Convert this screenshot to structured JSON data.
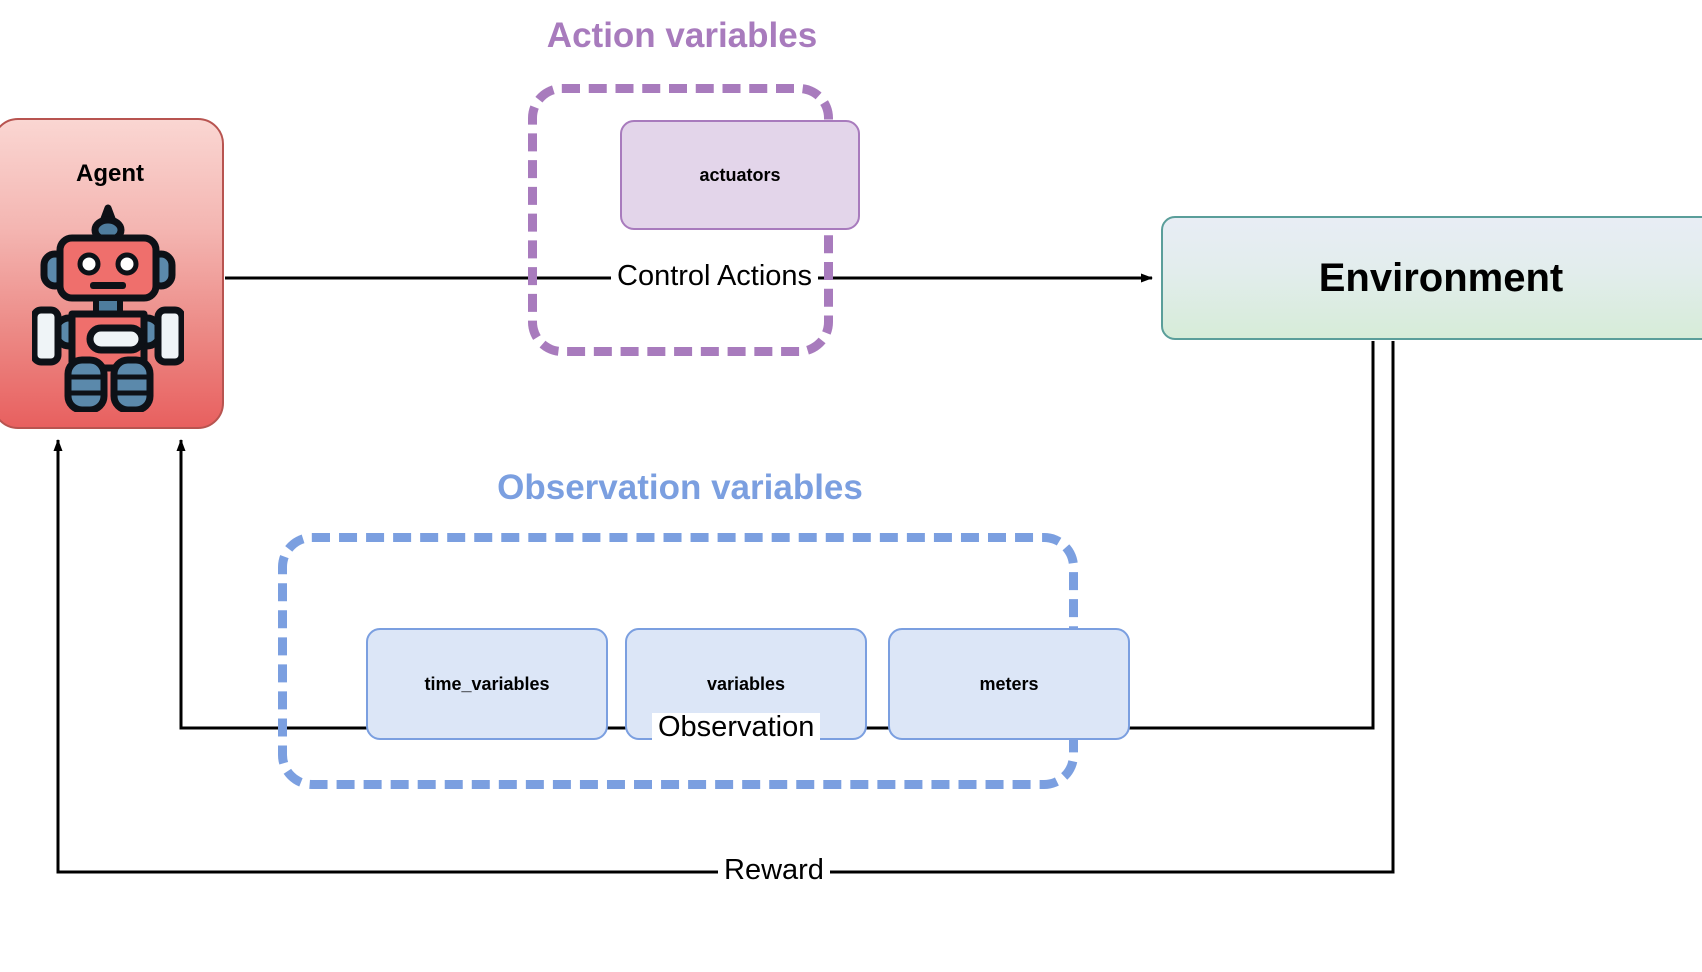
{
  "diagram": {
    "title_action": "Action variables",
    "title_observation": "Observation variables",
    "colors": {
      "action_accent": "#a87bbd",
      "observation_accent": "#7b9fe0",
      "agent_border": "#b85450",
      "environment_border": "#5a9e9a",
      "edge": "#000000",
      "background": "#ffffff"
    }
  },
  "nodes": {
    "agent": {
      "label": "Agent",
      "icon": "robot-icon"
    },
    "environment": {
      "label": "Environment"
    },
    "action_group": {
      "title": "Action variables",
      "boxes": [
        {
          "label": "actuators"
        }
      ]
    },
    "observation_group": {
      "title": "Observation variables",
      "boxes": [
        {
          "label": "time_variables"
        },
        {
          "label": "variables"
        },
        {
          "label": "meters"
        }
      ]
    }
  },
  "edges": [
    {
      "label": "Control Actions",
      "from": "agent",
      "to": "environment"
    },
    {
      "label": "Observation",
      "from": "environment",
      "to": "agent"
    },
    {
      "label": "Reward",
      "from": "environment",
      "to": "agent"
    }
  ],
  "edge_labels": {
    "control_actions": "Control Actions",
    "observation": "Observation",
    "reward": "Reward"
  }
}
